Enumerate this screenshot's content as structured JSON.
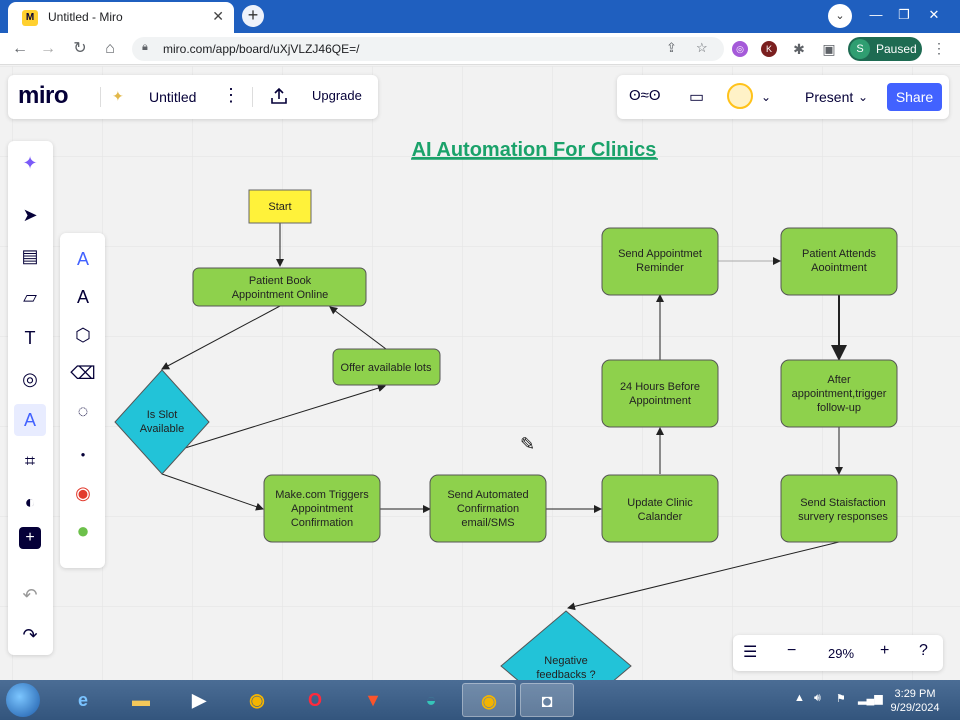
{
  "browser": {
    "tab_title": "Untitled - Miro",
    "tab_close": "✕",
    "new_tab": "+",
    "url": "miro.com/app/board/uXjVLZJ46QE=/",
    "profile_initial": "S",
    "profile_status": "Paused",
    "ext_k_label": "K"
  },
  "miro": {
    "logo": "miro",
    "board_title": "Untitled",
    "upgrade_label": "Upgrade",
    "present_label": "Present",
    "share_label": "Share",
    "zoom_level": "29%",
    "accent_color": "#4262ff"
  },
  "board": {
    "title": "AI Automation For Clinics",
    "nodes": {
      "start": "Start",
      "book": [
        "Patient Book",
        "Appointment Online"
      ],
      "offer": "Offer available lots",
      "slot": [
        "Is Slot",
        "Available"
      ],
      "make": [
        "Make.com Triggers",
        "Appointment",
        "Confirmation"
      ],
      "send_conf": [
        "Send Automated",
        "Confirmation",
        "email/SMS"
      ],
      "update": [
        "Update Clinic",
        "Calander"
      ],
      "hours": [
        "24 Hours Before",
        "Appointment"
      ],
      "reminder": [
        "Send Appointmet",
        "Reminder"
      ],
      "attends": [
        "Patient Attends",
        "Aoointment"
      ],
      "after": [
        "After",
        "appointment,trigger",
        "follow-up"
      ],
      "survey": [
        "Send Staisfaction",
        "survery responses"
      ],
      "negative": [
        "Negative",
        "feedbacks ?"
      ]
    },
    "colors": {
      "process": "#8ed14c",
      "decision": "#22c3d8",
      "start": "#fff23a",
      "title": "#1aa26a"
    }
  },
  "taskbar": {
    "time": "3:29 PM",
    "date": "9/29/2024"
  }
}
